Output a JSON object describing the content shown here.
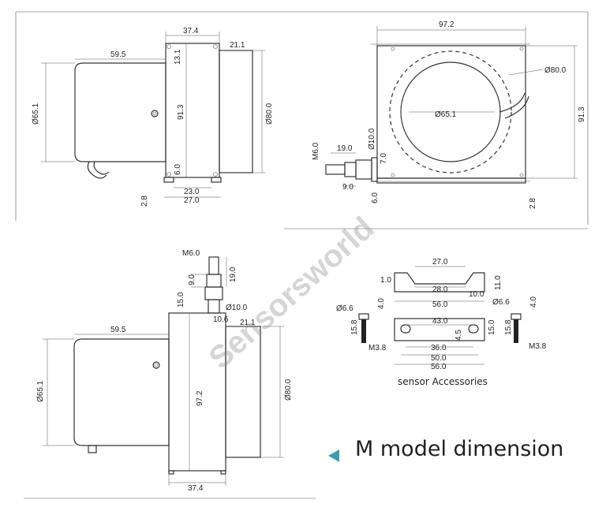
{
  "title": "M model dimension",
  "accessories_caption": "sensor Accessories",
  "watermark": "Sensorsworld",
  "accent_color": "#3a9fb0",
  "icons": {
    "title_marker": "triangle-left-icon"
  },
  "side_view_top": {
    "d_37_4": "37.4",
    "d_21_1": "21.1",
    "d_59_5": "59.5",
    "d_13_1": "13.1",
    "d_65_1": "Ø65.1",
    "d_91_3": "91.3",
    "d_80_0": "Ø80.0",
    "d_6_0": "6.0",
    "d_23_0": "23.0",
    "d_27_0": "27.0",
    "d_2_8": "2.8"
  },
  "front_view": {
    "d_97_2": "97.2",
    "d_80_0": "Ø80.0",
    "d_65_1": "Ø65.1",
    "d_91_3": "91.3",
    "d_m6": "M6.0",
    "d_19_0": "19.0",
    "d_10_0": "Ø10.0",
    "d_7_0": "7.0",
    "d_9_0": "9.0",
    "d_6_0": "6.0",
    "d_2_8": "2.8"
  },
  "side_view_bottom": {
    "d_m6": "M6.0",
    "d_9_0": "9.0",
    "d_19_0": "19.0",
    "d_15_0": "15.0",
    "d_10_0": "Ø10.0",
    "d_10_6": "10.6",
    "d_21_1": "21.1",
    "d_59_5": "59.5",
    "d_65_1": "Ø65.1",
    "d_97_2": "97.2",
    "d_80_0": "Ø80.0",
    "d_37_4": "37.4"
  },
  "accessories": {
    "d_27_0": "27.0",
    "d_1_0": "1.0",
    "d_28_0": "28.0",
    "d_11_0": "11.0",
    "d_10_0": "10.0",
    "d_56_0a": "56.0",
    "d_6_6a": "Ø6.6",
    "d_4_0a": "4.0",
    "d_15_8a": "15.8",
    "d_m3_8a": "M3.8",
    "d_43_0": "43.0",
    "d_15_0": "15.0",
    "d_4_5": "4.5",
    "d_36_0": "36.0",
    "d_50_0": "50.0",
    "d_56_0b": "56.0",
    "d_6_6b": "Ø6.6",
    "d_4_0b": "4.0",
    "d_15_8b": "15.8",
    "d_m3_8b": "M3.8"
  }
}
